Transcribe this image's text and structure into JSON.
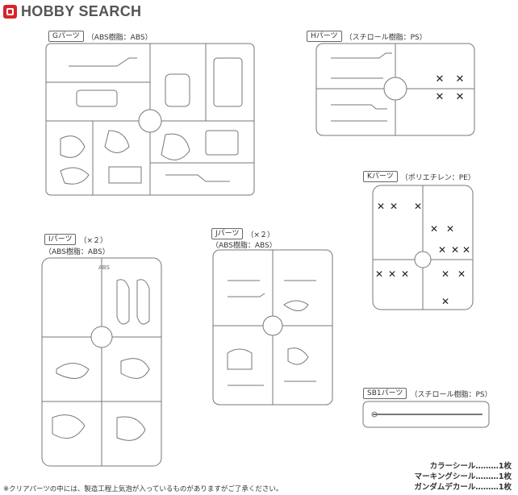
{
  "header": {
    "logo_text": "HOBBY SEARCH"
  },
  "runners": {
    "G": {
      "tag": "Gパーツ",
      "material": "（ABS樹脂：ABS）"
    },
    "H": {
      "tag": "Hパーツ",
      "material": "（スチロール樹脂：PS）"
    },
    "K": {
      "tag": "Kパーツ",
      "material": "（ポリエチレン：PE）"
    },
    "I": {
      "tag": "Iパーツ",
      "count": "（×２）",
      "material": "（ABS樹脂：ABS）",
      "plate_mark": "ABS"
    },
    "J": {
      "tag": "Jパーツ",
      "count": "（×２）",
      "material": "（ABS樹脂：ABS）"
    },
    "SB1": {
      "tag": "SB1パーツ",
      "material": "（スチロール樹脂：PS）"
    }
  },
  "cross_mark": "✕",
  "stickers": [
    "カラーシール………1枚",
    "マーキングシール………1枚",
    "ガンダムデカール………1枚"
  ],
  "footnote": "※クリアパーツの中には、製造工程上気泡が入っているものがありますがご了承ください。"
}
